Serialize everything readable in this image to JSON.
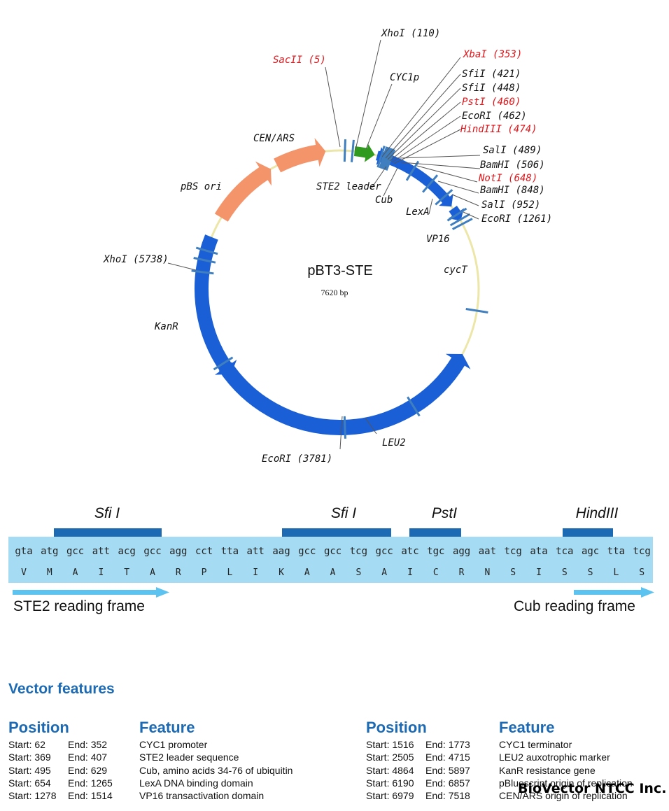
{
  "plasmid": {
    "name": "pBT3-STE",
    "size": "7620 bp",
    "labels": [
      {
        "id": "xhoi-110",
        "text": "XhoI (110)",
        "red": false
      },
      {
        "id": "sacii-5",
        "text": "SacII (5)",
        "red": true
      },
      {
        "id": "xbai-353",
        "text": "XbaI (353)",
        "red": true
      },
      {
        "id": "cyc1p",
        "text": "CYC1p",
        "red": false
      },
      {
        "id": "sfii-421",
        "text": "SfiI (421)",
        "red": false
      },
      {
        "id": "sfii-448",
        "text": "SfiI (448)",
        "red": false
      },
      {
        "id": "psti-460",
        "text": "PstI (460)",
        "red": true
      },
      {
        "id": "ecori-462",
        "text": "EcoRI (462)",
        "red": false
      },
      {
        "id": "hindiii-474",
        "text": "HindIII (474)",
        "red": true
      },
      {
        "id": "sali-489",
        "text": "SalI (489)",
        "red": false
      },
      {
        "id": "bamhi-506",
        "text": "BamHI (506)",
        "red": false
      },
      {
        "id": "noti-648",
        "text": "NotI (648)",
        "red": true
      },
      {
        "id": "bamhi-848",
        "text": "BamHI (848)",
        "red": false
      },
      {
        "id": "sali-952",
        "text": "SalI (952)",
        "red": false
      },
      {
        "id": "ecori-1261",
        "text": "EcoRI (1261)",
        "red": false
      },
      {
        "id": "cen-ars",
        "text": "CEN/ARS",
        "red": false
      },
      {
        "id": "pbs-ori",
        "text": "pBS ori",
        "red": false
      },
      {
        "id": "ste2-leader",
        "text": "STE2 leader",
        "red": false
      },
      {
        "id": "cub",
        "text": "Cub",
        "red": false
      },
      {
        "id": "lexa",
        "text": "LexA",
        "red": false
      },
      {
        "id": "vp16",
        "text": "VP16",
        "red": false
      },
      {
        "id": "cyct",
        "text": "cycT",
        "red": false
      },
      {
        "id": "xhoi-5738",
        "text": "XhoI (5738)",
        "red": false
      },
      {
        "id": "kanr",
        "text": "KanR",
        "red": false
      },
      {
        "id": "leu2",
        "text": "LEU2",
        "red": false
      },
      {
        "id": "ecori-3781",
        "text": "EcoRI (3781)",
        "red": false
      }
    ]
  },
  "sequence": {
    "sites": [
      "Sfi I",
      "Sfi I",
      "PstI",
      "HindIII"
    ],
    "codons": [
      "gta",
      "atg",
      "gcc",
      "att",
      "acg",
      "gcc",
      "agg",
      "cct",
      "tta",
      "att",
      "aag",
      "gcc",
      "gcc",
      "tcg",
      "gcc",
      "atc",
      "tgc",
      "agg",
      "aat",
      "tcg",
      "ata",
      "tca",
      "agc",
      "tta",
      "tcg"
    ],
    "amino_acids": [
      "V",
      "M",
      "A",
      "I",
      "T",
      "A",
      "R",
      "P",
      "L",
      "I",
      "K",
      "A",
      "A",
      "S",
      "A",
      "I",
      "C",
      "R",
      "N",
      "S",
      "I",
      "S",
      "S",
      "L",
      "S"
    ],
    "frame_left": "STE2 reading frame",
    "frame_right": "Cub reading frame"
  },
  "features": {
    "title": "Vector features",
    "position_header": "Position",
    "feature_header": "Feature",
    "left": [
      {
        "start": "Start: 62",
        "end": "End: 352",
        "feature": "CYC1 promoter"
      },
      {
        "start": "Start: 369",
        "end": "End: 407",
        "feature": "STE2 leader sequence"
      },
      {
        "start": "Start: 495",
        "end": "End: 629",
        "feature": "Cub, amino acids 34-76 of ubiquitin"
      },
      {
        "start": "Start: 654",
        "end": "End: 1265",
        "feature": "LexA DNA binding domain"
      },
      {
        "start": "Start: 1278",
        "end": "End: 1514",
        "feature": "VP16 transactivation domain"
      }
    ],
    "right": [
      {
        "start": "Start: 1516",
        "end": "End: 1773",
        "feature": "CYC1 terminator"
      },
      {
        "start": "Start: 2505",
        "end": "End: 4715",
        "feature": "LEU2 auxotrophic marker"
      },
      {
        "start": "Start: 4864",
        "end": "End: 5897",
        "feature": "KanR resistance gene"
      },
      {
        "start": "Start: 6190",
        "end": "End: 6857",
        "feature": "pBluescript origin of replication"
      },
      {
        "start": "Start: 6979",
        "end": "End: 7518",
        "feature": "CEN/ARS origin of replication"
      }
    ]
  },
  "credit": "BioVector NTCC Inc.",
  "colors": {
    "blue": "#1c6ab4",
    "feature": "#1a5fd6",
    "orange": "#f4946b",
    "green": "#2f9a1e",
    "red": "#e0151a",
    "band": "#a6dcf3",
    "arrow": "#5cc3f0"
  }
}
